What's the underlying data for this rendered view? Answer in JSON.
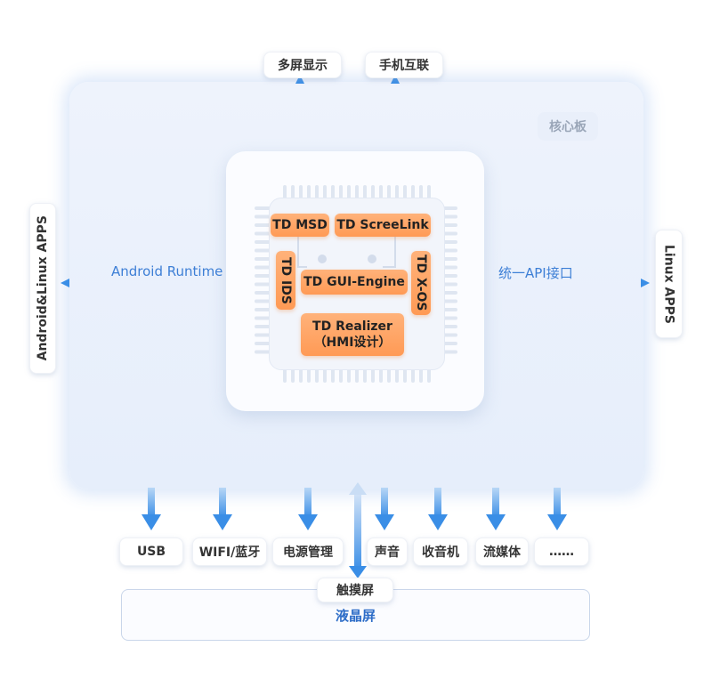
{
  "core_board": {
    "label": "核心板"
  },
  "top_outputs": [
    {
      "label": "多屏显示"
    },
    {
      "label": "手机互联"
    }
  ],
  "side_apps": {
    "left": "Android&Linux APPS",
    "right": "Linux APPS"
  },
  "links": {
    "left": "Android Runtime",
    "right": "统一API接口"
  },
  "modules": {
    "msd": "TD MSD",
    "screelink": "TD ScreeLink",
    "ids": "TD IDS",
    "gui_engine": "TD GUI-Engine",
    "xos": "TD X-OS",
    "realizer_line1": "TD Realizer",
    "realizer_line2": "（HMI设计）"
  },
  "peripherals": [
    {
      "label": "USB"
    },
    {
      "label": "WIFI/蓝牙"
    },
    {
      "label": "电源管理"
    },
    {
      "label": "声音"
    },
    {
      "label": "收音机"
    },
    {
      "label": "流媒体"
    },
    {
      "label": "……"
    }
  ],
  "touch_screen": {
    "label": "触摸屏"
  },
  "lcd": {
    "label": "液晶屏"
  },
  "colors": {
    "arrow_blue": "#3a8ee6",
    "module_orange": "#ff9f5a",
    "panel_bg": "#eaf0fb",
    "lcd_text": "#2f6ec8"
  }
}
